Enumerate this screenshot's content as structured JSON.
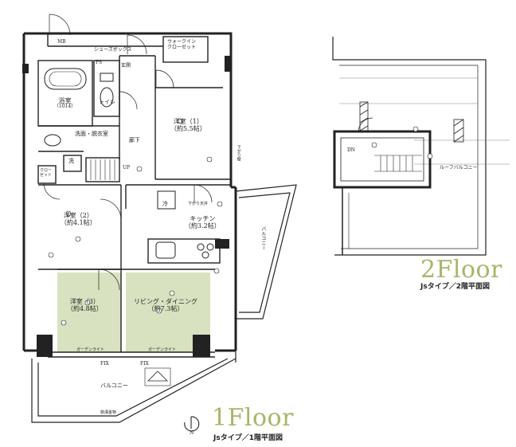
{
  "floor1": {
    "title": "1Floor",
    "subtitle": "Jsタイプ／1階平面図",
    "rooms": {
      "western1": {
        "name": "洋室（1）",
        "area": "（約5.5帖）"
      },
      "western2": {
        "name": "洋室（2）",
        "area": "（約4.1帖）"
      },
      "western3": {
        "name": "洋室（3）",
        "area": "（約4.8帖）"
      },
      "kitchen": {
        "name": "キッチン",
        "area": "（約3.2帖）"
      },
      "living": {
        "name": "リビング・ダイニング",
        "area": "（約7.3帖）"
      },
      "bath": {
        "name": "浴室",
        "area": "（1014）"
      },
      "washroom": "洗面・脱衣室",
      "toilet": "トイレ",
      "hallway": "廊下",
      "entrance": "玄関",
      "walkin": "ウォークイン\nクローゼット",
      "shoes": "シューズボックス",
      "balcony_bottom": "バルコニー",
      "balcony_side": "バルコニー",
      "closet": "クロー\nゼット"
    },
    "marks": {
      "mb": "MB",
      "ps": "PS",
      "up": "UP",
      "fix": "FIX",
      "garden_light": "ガーデンライト",
      "wash": "洗",
      "fridge": "冷",
      "mat": "側溝金物",
      "lowered_ceiling": "下がり天井",
      "wall_vertical": "下がり壁"
    },
    "colors": {
      "tatami": "#d8e2c0",
      "wall": "#222222",
      "title": "#a8b56a"
    }
  },
  "floor2": {
    "title": "2Floor",
    "subtitle": "Jsタイプ／2階平面図",
    "marks": {
      "dn": "DN",
      "roof_balcony": "ルーフバルコニー"
    }
  },
  "compass": {
    "label": "N"
  }
}
